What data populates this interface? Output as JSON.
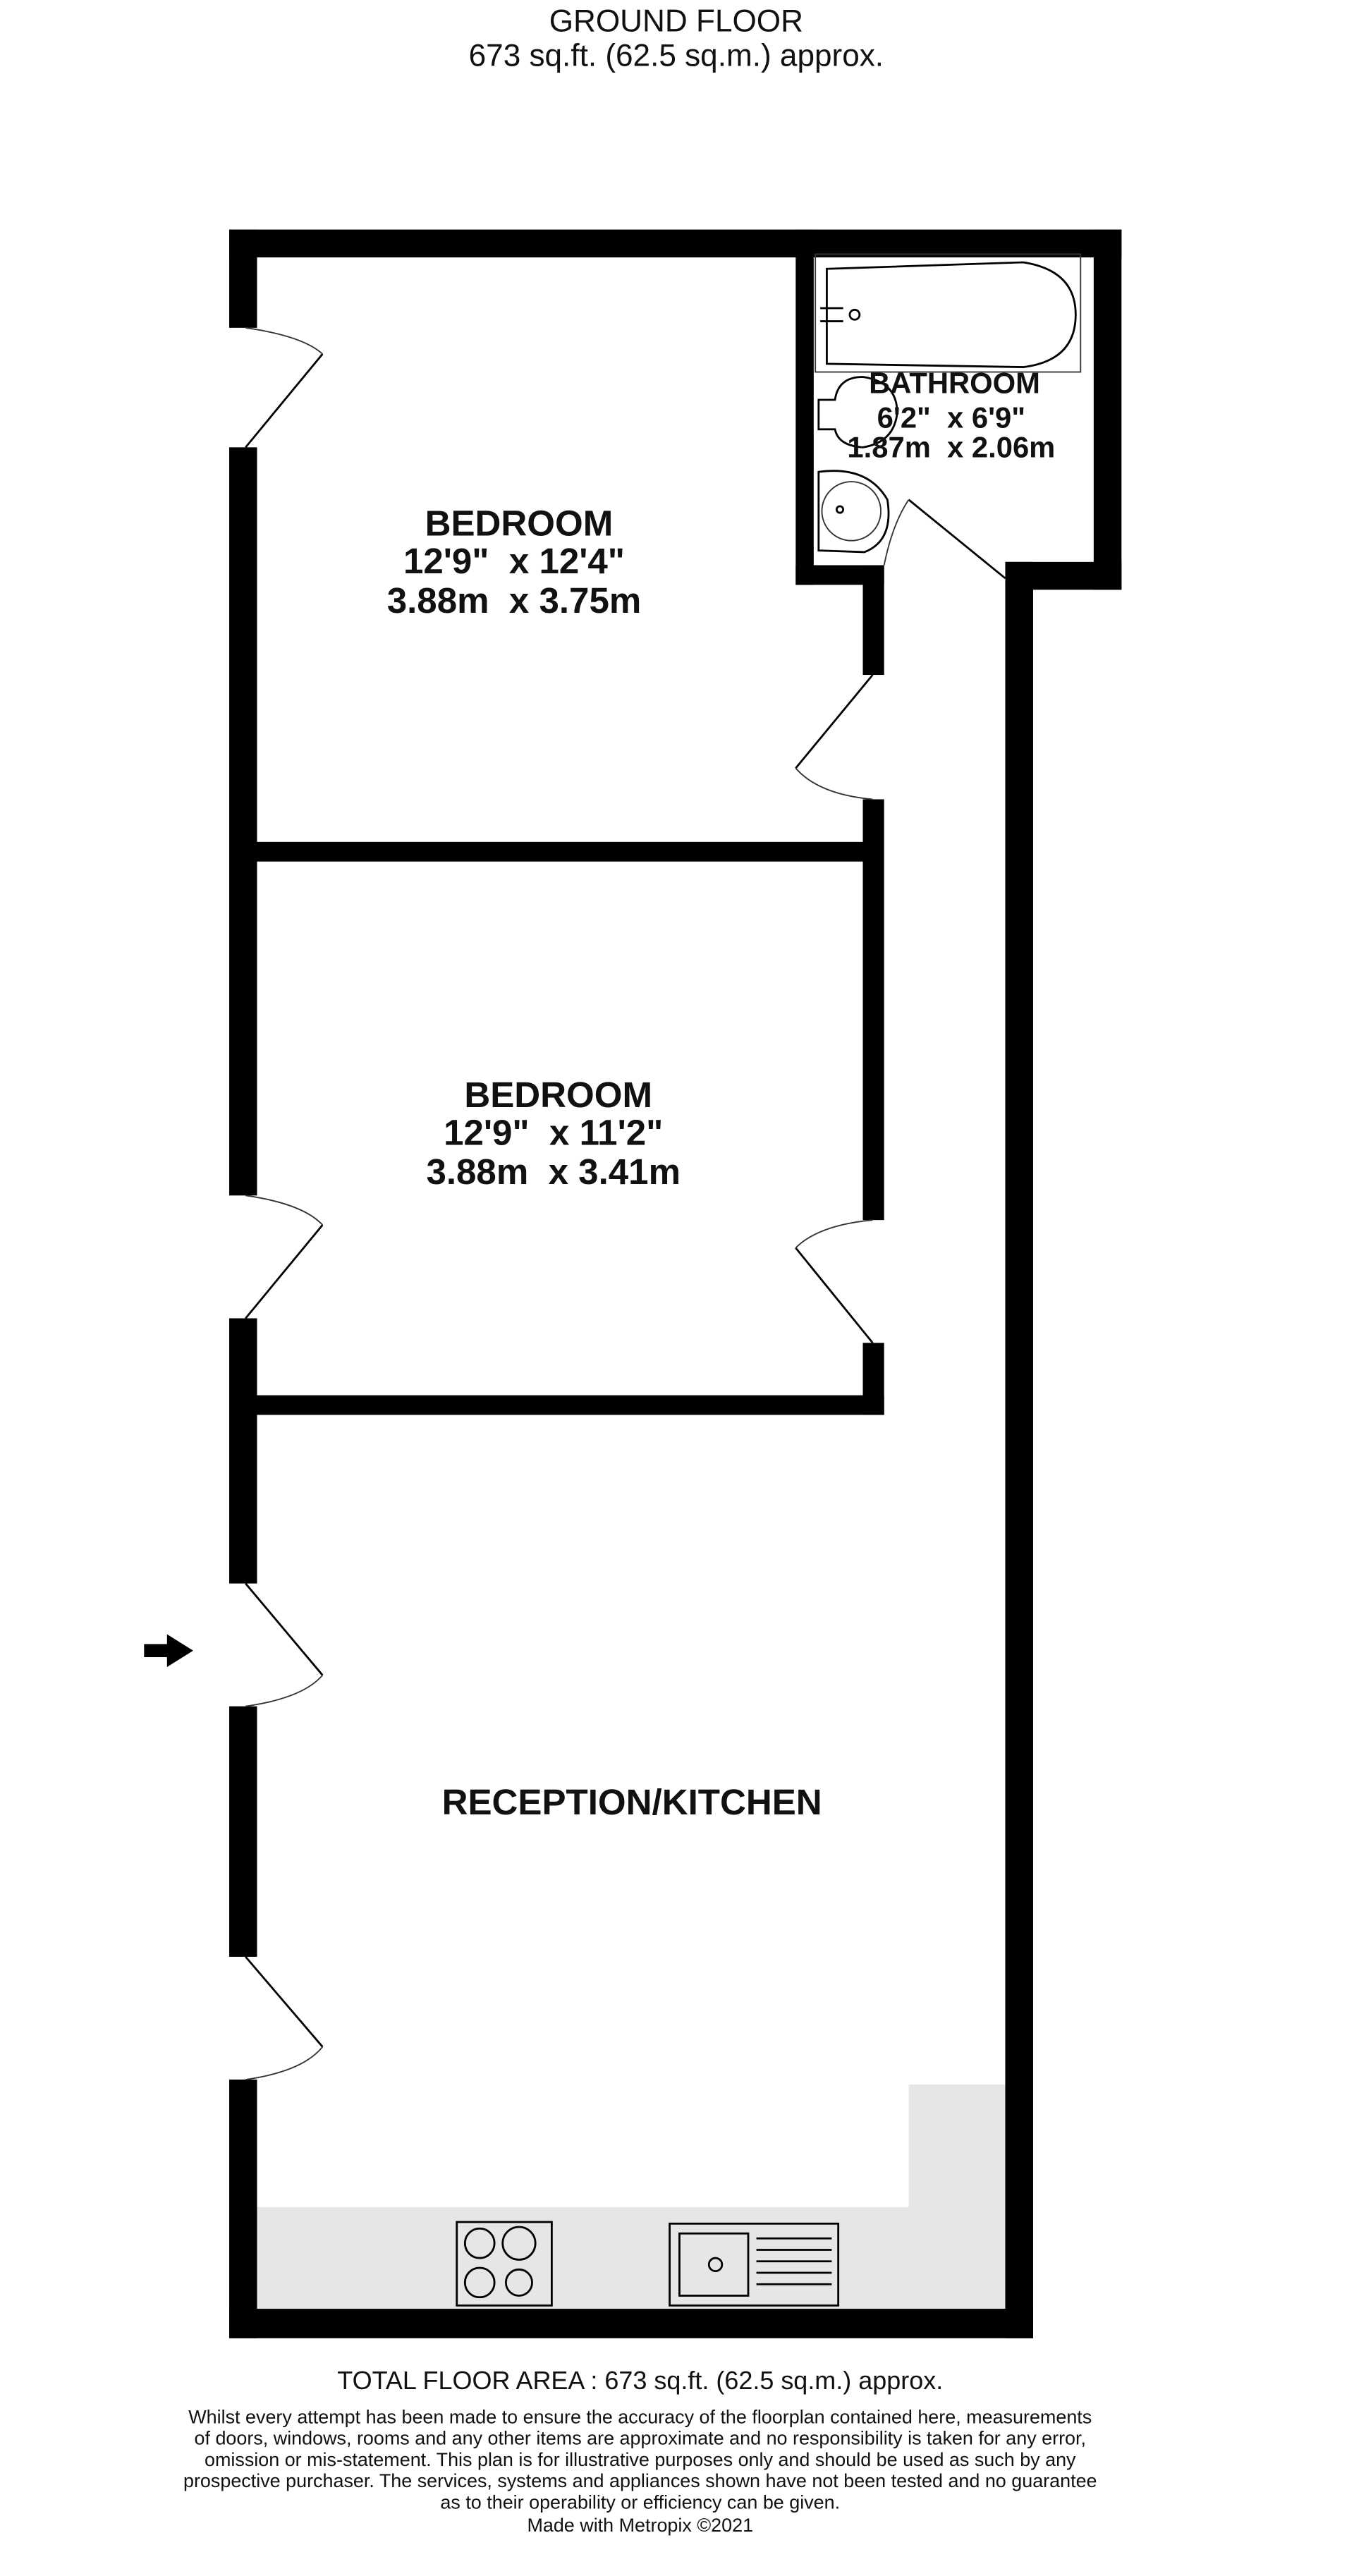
{
  "header": {
    "floor_name": "GROUND FLOOR",
    "floor_area": "673 sq.ft. (62.5 sq.m.) approx."
  },
  "rooms": {
    "bedroom1": {
      "name": "BEDROOM",
      "imperial": "12'9\"  x 12'4\"",
      "metric": "3.88m  x 3.75m"
    },
    "bedroom2": {
      "name": "BEDROOM",
      "imperial": "12'9\"  x 11'2\"",
      "metric": "3.88m  x 3.41m"
    },
    "bathroom": {
      "name": "BATHROOM",
      "imperial": "6'2\"  x 6'9\"",
      "metric": "1.87m  x 2.06m"
    },
    "reception": {
      "name": "RECEPTION/KITCHEN"
    }
  },
  "footer": {
    "total": "TOTAL FLOOR AREA : 673 sq.ft. (62.5 sq.m.) approx.",
    "disclaimer": [
      "Whilst every attempt has been made to ensure the accuracy of the floorplan contained here, measurements",
      "of doors, windows, rooms and any other items are approximate and no responsibility is taken for any error,",
      "omission or mis-statement. This plan is for illustrative purposes only and should be used as such by any",
      "prospective purchaser. The services, systems and appliances shown have not been tested and no guarantee",
      "as to their operability or efficiency can be given."
    ],
    "credit": "Made with Metropix ©2021"
  },
  "colors": {
    "wall": "#000000",
    "kitchen_counter": "#e6e6e6"
  }
}
